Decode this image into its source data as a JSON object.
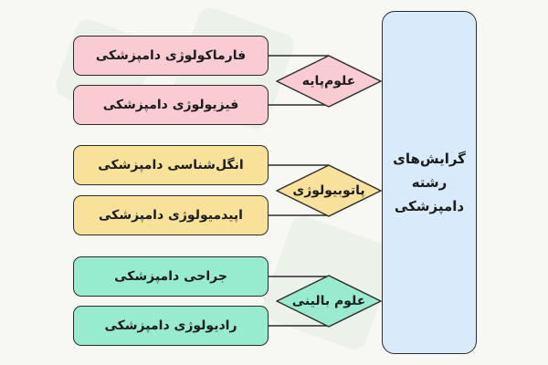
{
  "root": {
    "label": "گرایش‌های رشته دامپزشکی"
  },
  "branches": [
    {
      "label": "علوم‌پایه",
      "color": "#f9ccd3",
      "items": [
        "فارماکولوژی دامپزشکی",
        "فیزیولوژی دامپزشکی"
      ]
    },
    {
      "label": "پاتوبیولوژی",
      "color": "#f8e29a",
      "items": [
        "انگل‌شناسی دامپزشکی",
        "اپیدمیولوژی دامپزشکی"
      ]
    },
    {
      "label": "علوم بالینی",
      "color": "#97ecd0",
      "items": [
        "جراحی دامپزشکی",
        "رادیولوژی دامپزشکی"
      ]
    }
  ]
}
